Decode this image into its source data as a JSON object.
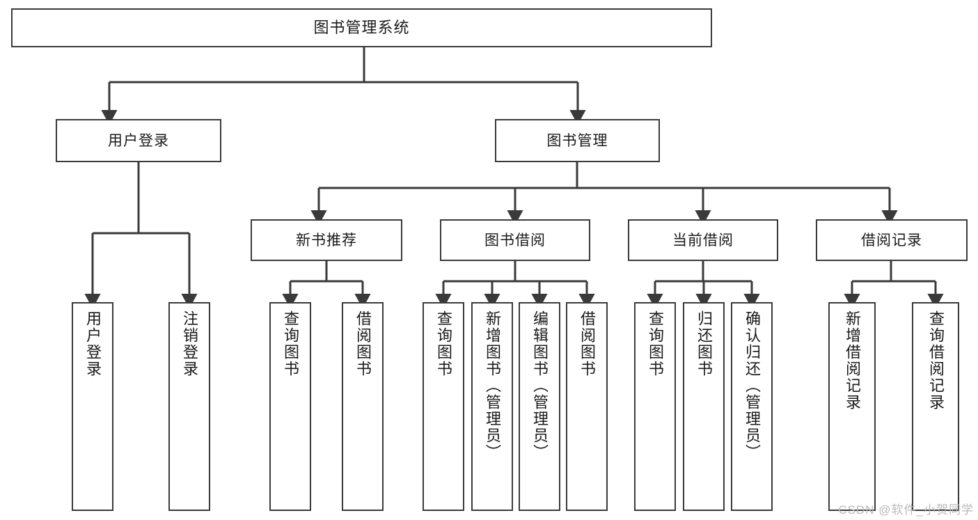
{
  "diagram": {
    "title": "图书管理系统",
    "type": "hierarchy-tree",
    "root": {
      "label": "图书管理系统"
    },
    "level1": [
      {
        "label": "用户登录"
      },
      {
        "label": "图书管理"
      }
    ],
    "level2": [
      {
        "label": "新书推荐"
      },
      {
        "label": "图书借阅"
      },
      {
        "label": "当前借阅"
      },
      {
        "label": "借阅记录"
      }
    ],
    "leaves": {
      "user_login": [
        {
          "label": "用户登录"
        },
        {
          "label": "注销登录"
        }
      ],
      "new_book_recommend": [
        {
          "label": "查询图书"
        },
        {
          "label": "借阅图书"
        }
      ],
      "book_borrow": [
        {
          "label": "查询图书"
        },
        {
          "label": "新增图书（管理员）"
        },
        {
          "label": "编辑图书（管理员）"
        },
        {
          "label": "借阅图书"
        }
      ],
      "current_borrow": [
        {
          "label": "查询图书"
        },
        {
          "label": "归还图书"
        },
        {
          "label": "确认归还（管理员）"
        }
      ],
      "borrow_record": [
        {
          "label": "新增借阅记录"
        },
        {
          "label": "查询借阅记录"
        }
      ]
    }
  },
  "watermark": {
    "text": "CSDN @软件_小贺同学"
  },
  "colors": {
    "stroke": "#3a3a3a",
    "text": "#1a1a1a",
    "background": "#ffffff",
    "watermark": "#b9b9b9"
  }
}
